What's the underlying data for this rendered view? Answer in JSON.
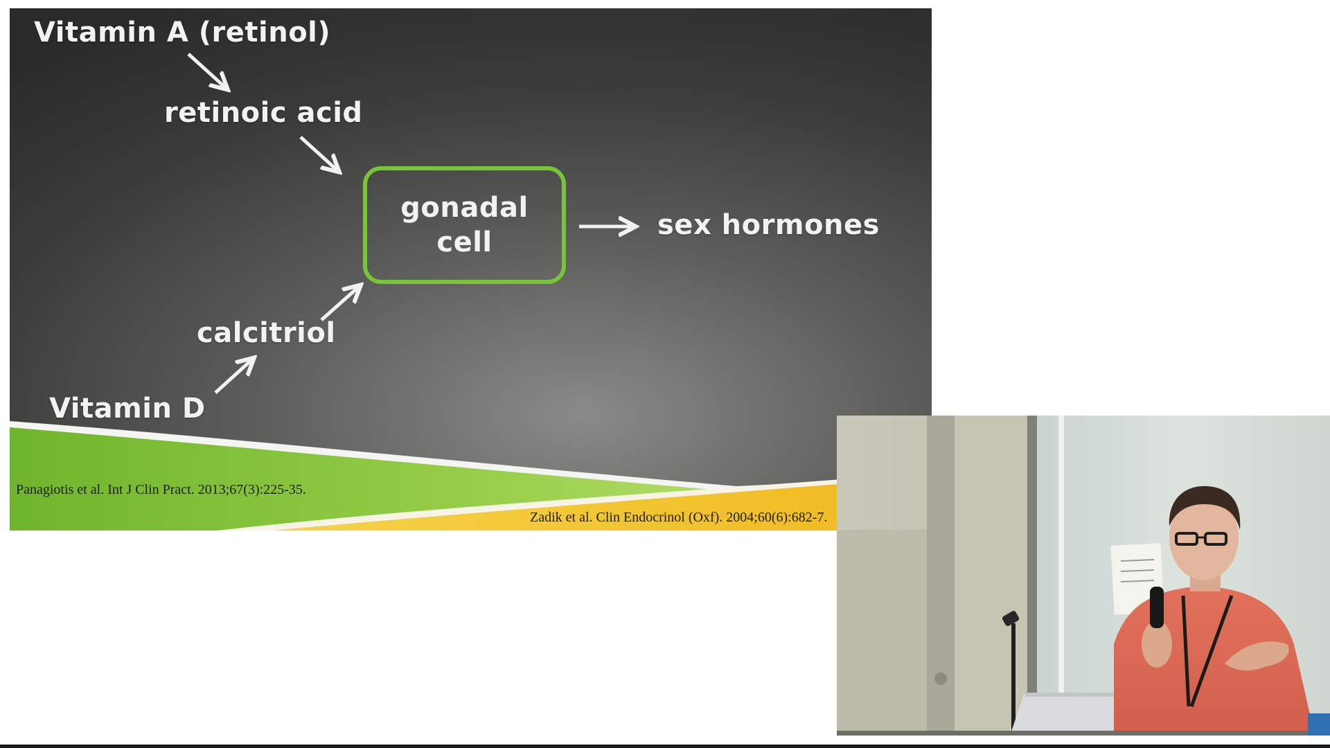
{
  "slide": {
    "nodes": {
      "vitamin_a": "Vitamin A (retinol)",
      "retinoic_acid": "retinoic acid",
      "gonadal_cell_line1": "gonadal",
      "gonadal_cell_line2": "cell",
      "sex_hormones": "sex hormones",
      "calcitriol": "calcitriol",
      "vitamin_d": "Vitamin D"
    },
    "edges": [
      {
        "from": "Vitamin A (retinol)",
        "to": "retinoic acid"
      },
      {
        "from": "retinoic acid",
        "to": "gonadal cell"
      },
      {
        "from": "Vitamin D",
        "to": "calcitriol"
      },
      {
        "from": "calcitriol",
        "to": "gonadal cell"
      },
      {
        "from": "gonadal cell",
        "to": "sex hormones"
      }
    ],
    "citations": {
      "left": "Panagiotis et al. Int J Clin Pract. 2013;67(3):225-35.",
      "right": "Zadik et al. Clin Endocrinol (Oxf). 2004;60(6):682-7."
    },
    "colors": {
      "background": "#3a3a39",
      "text": "#f2f2f0",
      "box_border": "#79c43a",
      "green_wave": "#8cc63f",
      "yellow_wave": "#f2c230"
    }
  },
  "speaker_video": {
    "description_icon": "presenter-video"
  }
}
